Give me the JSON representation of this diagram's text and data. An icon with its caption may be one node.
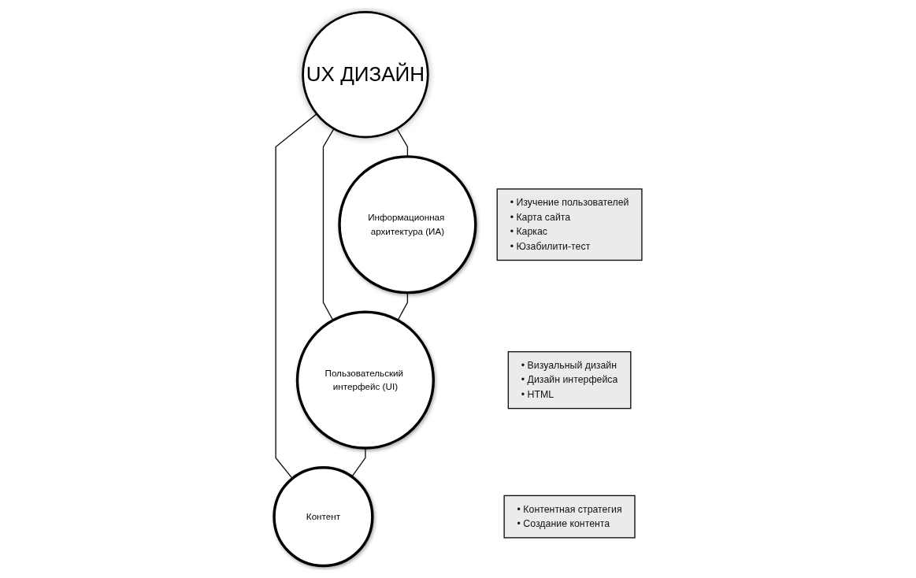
{
  "diagram": {
    "nodes": [
      {
        "text": [
          "UX ДИЗАЙН"
        ]
      },
      {
        "text": [
          "Информационная архитектура (ИА)"
        ]
      },
      {
        "text": [
          "• Изучение пользователей",
          "• Карта сайта",
          "• Каркас",
          "• Юзабилити-тест"
        ]
      },
      {
        "text": [
          "Пользовательский интерфейс (UI)"
        ]
      },
      {
        "text": [
          "• Визуальный дизайн",
          "• Дизайн интерфейса",
          "• HTML"
        ]
      },
      {
        "text": [
          "Контент"
        ]
      },
      {
        "text": [
          "• Контентная стратегия",
          "• Создание контента"
        ]
      }
    ],
    "edges": [
      {
        "from": 0,
        "to": 1,
        "arrow": "none"
      },
      {
        "from": 0,
        "to": 3,
        "arrow": "none"
      },
      {
        "from": 0,
        "to": 5,
        "arrow": "none"
      },
      {
        "from": 1,
        "to": 3,
        "arrow": "none"
      },
      {
        "from": 3,
        "to": 5,
        "arrow": "none"
      }
    ]
  }
}
